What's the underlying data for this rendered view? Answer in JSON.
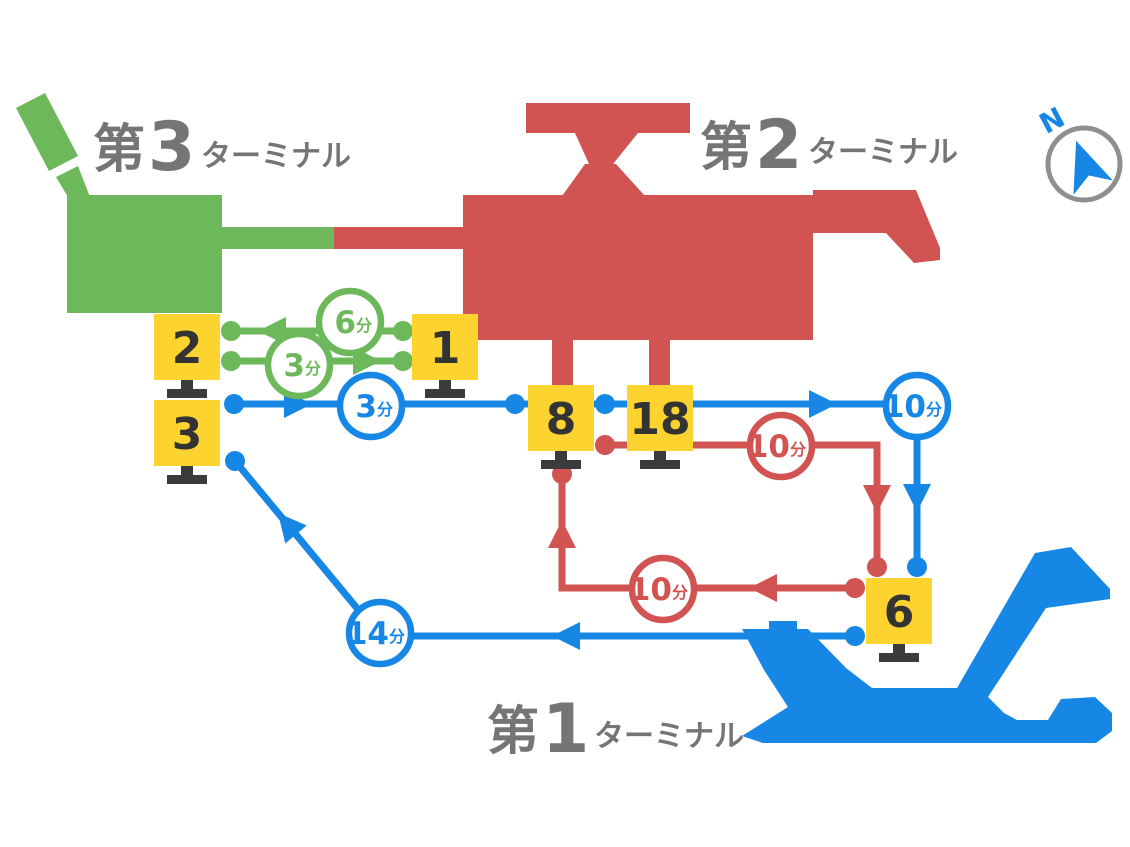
{
  "diagram": {
    "compass": {
      "label": "N"
    },
    "terminals": [
      {
        "id": "terminal-3",
        "prefix": "第",
        "number": "3",
        "suffix": "ターミナル",
        "color": "#6CB85A"
      },
      {
        "id": "terminal-2",
        "prefix": "第",
        "number": "2",
        "suffix": "ターミナル",
        "color": "#D15452"
      },
      {
        "id": "terminal-1",
        "prefix": "第",
        "number": "1",
        "suffix": "ターミナル",
        "color": "#1787E6"
      }
    ],
    "stops": [
      {
        "label": "2"
      },
      {
        "label": "3"
      },
      {
        "label": "1"
      },
      {
        "label": "8"
      },
      {
        "label": "18"
      },
      {
        "label": "6"
      }
    ],
    "routes": [
      {
        "color": "green",
        "time_value": "6",
        "time_unit": "分",
        "from_stop": "1",
        "to_stop": "2"
      },
      {
        "color": "green",
        "time_value": "3",
        "time_unit": "分",
        "from_stop": "2",
        "to_stop": "1"
      },
      {
        "color": "blue",
        "time_value": "3",
        "time_unit": "分",
        "from_stop": "3",
        "to_stop": "8"
      },
      {
        "color": "blue",
        "time_value": "10",
        "time_unit": "分",
        "from_stop": "18",
        "to_stop": "6"
      },
      {
        "color": "red",
        "time_value": "10",
        "time_unit": "分",
        "from_stop": "8",
        "to_stop": "6"
      },
      {
        "color": "red",
        "time_value": "10",
        "time_unit": "分",
        "from_stop": "6",
        "to_stop": "8"
      },
      {
        "color": "blue",
        "time_value": "14",
        "time_unit": "分",
        "from_stop": "6",
        "to_stop": "3"
      }
    ],
    "colors": {
      "green": "#6CB85A",
      "red": "#D15452",
      "blue": "#1787E6",
      "stop_yellow": "#FCD32F",
      "label_gray": "#757575",
      "number_dark": "#333333",
      "pole_dark": "#3B3B3B",
      "compass_ring": "#8f8f8f"
    }
  }
}
